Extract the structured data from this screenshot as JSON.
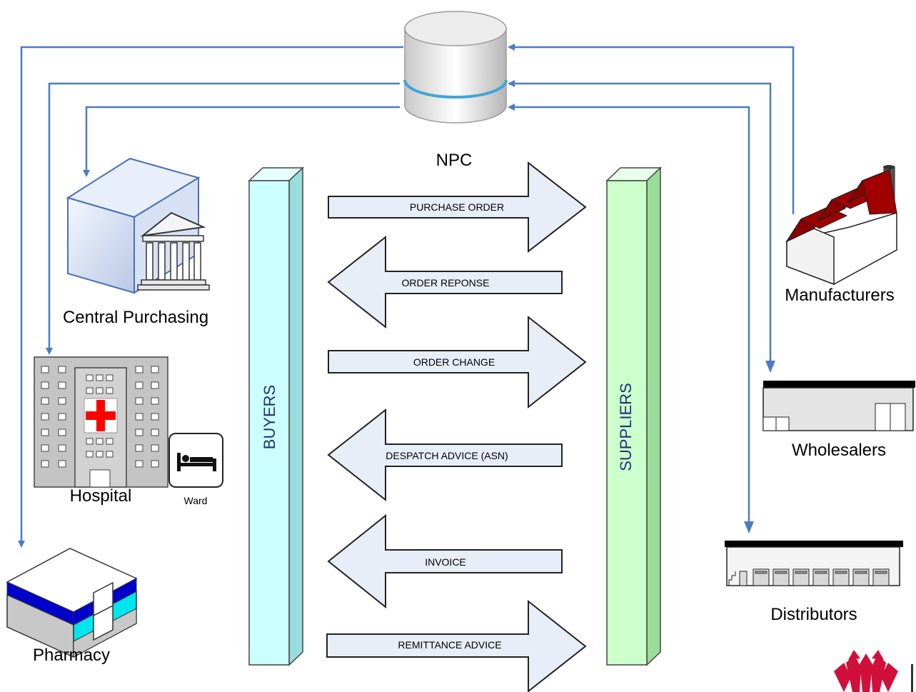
{
  "hub": {
    "label": "NPC"
  },
  "buyers": {
    "column_label": "BUYERS",
    "central_purchasing": "Central Purchasing",
    "hospital": "Hospital",
    "ward": "Ward",
    "pharmacy": "Pharmacy"
  },
  "suppliers": {
    "column_label": "SUPPLIERS",
    "manufacturers": "Manufacturers",
    "wholesalers": "Wholesalers",
    "distributors": "Distributors"
  },
  "messages": [
    {
      "label": "PURCHASE ORDER",
      "direction": "to-suppliers"
    },
    {
      "label": "ORDER REPONSE",
      "direction": "to-buyers"
    },
    {
      "label": "ORDER CHANGE",
      "direction": "to-suppliers"
    },
    {
      "label": "DESPATCH ADVICE (ASN)",
      "direction": "to-buyers"
    },
    {
      "label": "INVOICE",
      "direction": "to-buyers"
    },
    {
      "label": "REMITTANCE ADVICE",
      "direction": "to-suppliers"
    }
  ],
  "colors": {
    "connector": "#4a7cc4",
    "buyers_column": "#ccffff",
    "suppliers_column": "#ccffcc",
    "message_arrow": "#e8eef8",
    "factory_roof": "#8b0000",
    "pharmacy_band": "#0000cc",
    "pharmacy_window": "#00e5ee",
    "hospital_cross": "#ff0000",
    "logo": "#d0103a"
  }
}
